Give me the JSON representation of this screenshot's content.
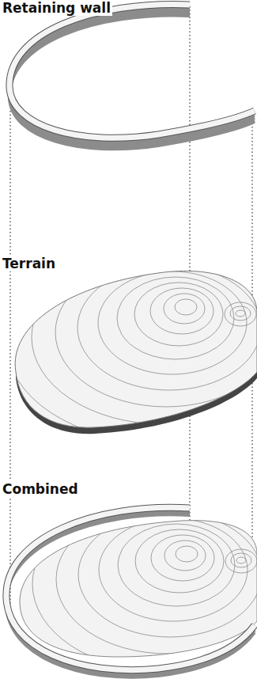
{
  "diagram": {
    "labels": [
      "Retaining wall",
      "Terrain",
      "Combined"
    ]
  }
}
